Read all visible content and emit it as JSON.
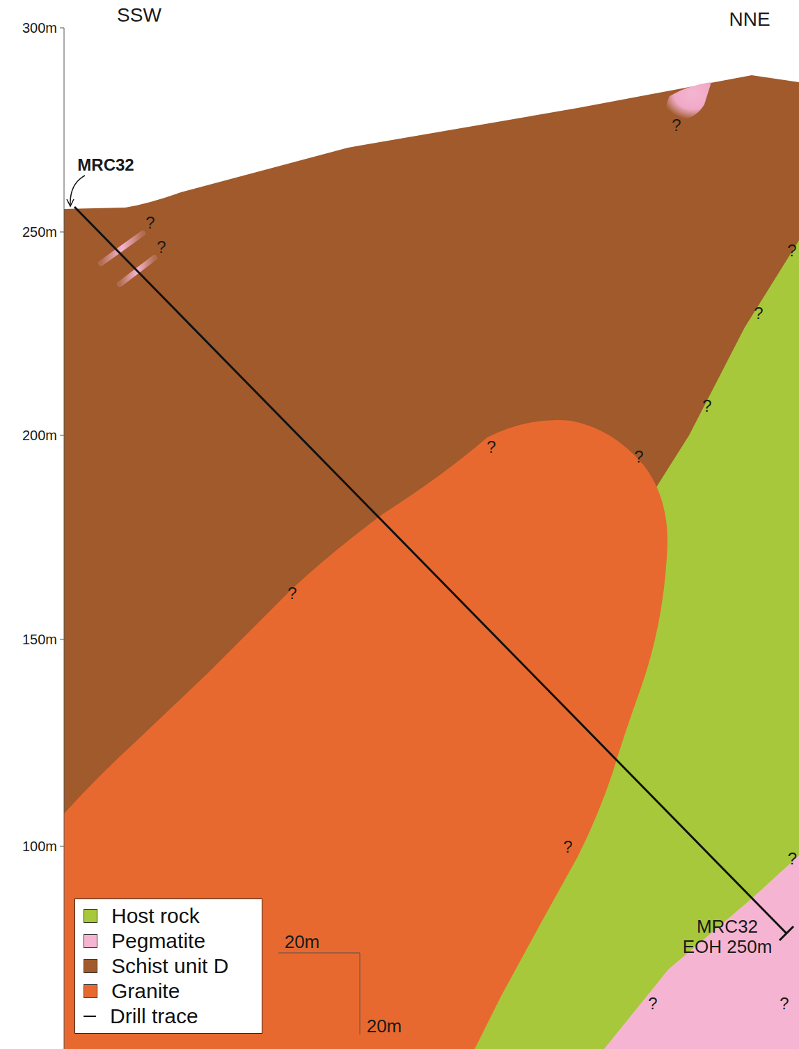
{
  "diagram": {
    "labels": [
      "300m",
      "250m",
      "200m",
      "150m",
      "100m",
      "SSW",
      "NNE",
      "MRC32",
      "MRC32 EOH 250m",
      "?",
      "?",
      "?",
      "?",
      "?",
      "?",
      "?",
      "?",
      "?",
      "?",
      "?",
      "?",
      "?",
      "20m",
      "20m"
    ],
    "legend": [
      {
        "text": "Host rock",
        "color": "#a6c83a"
      },
      {
        "text": "Pegmatite",
        "color": "#f5b5d2"
      },
      {
        "text": "Schist unit D",
        "color": "#a05a2c"
      },
      {
        "text": "Granite",
        "color": "#e8692f"
      },
      {
        "text": "Drill trace"
      }
    ]
  }
}
